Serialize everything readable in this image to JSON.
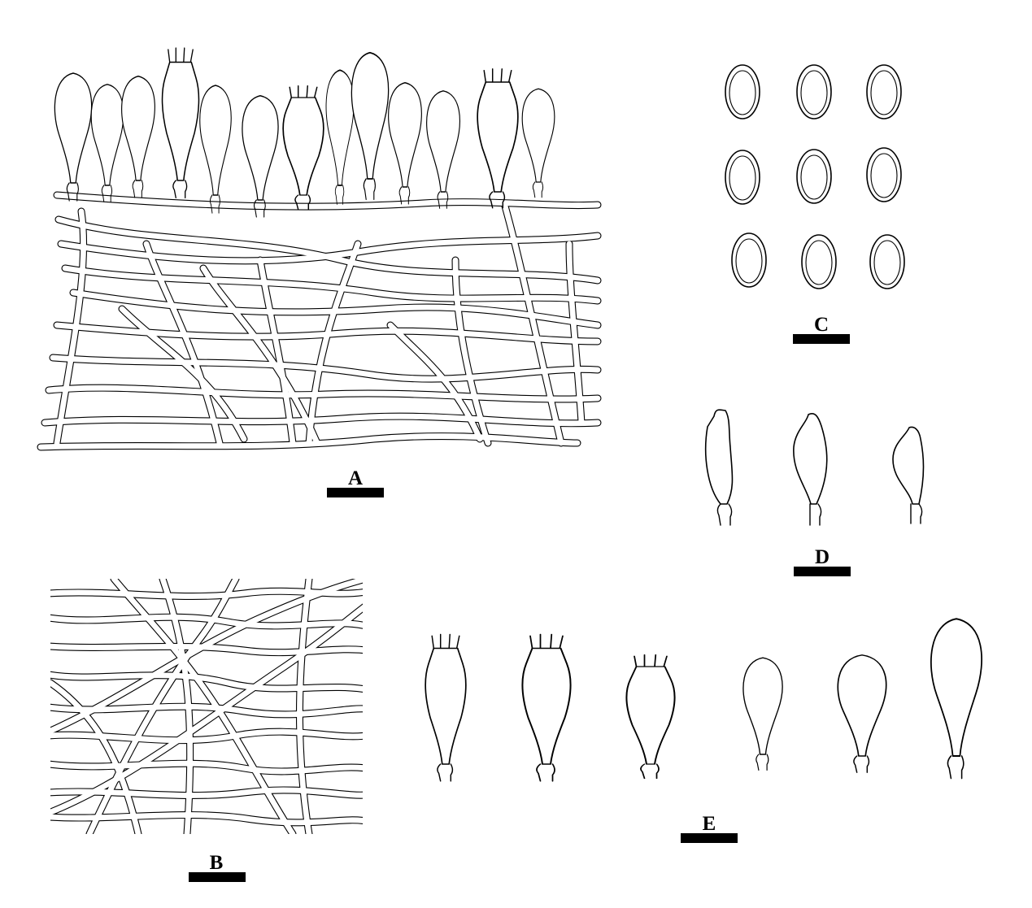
{
  "figure": {
    "panels": [
      {
        "id": "A",
        "label": "A",
        "content": "hymenium-section"
      },
      {
        "id": "B",
        "label": "B",
        "content": "hyphae"
      },
      {
        "id": "C",
        "label": "C",
        "content": "basidiospores"
      },
      {
        "id": "D",
        "label": "D",
        "content": "cystidioles"
      },
      {
        "id": "E",
        "label": "E",
        "content": "basidia-and-basidioles"
      }
    ]
  },
  "colors": {
    "ink": "#000000",
    "paper": "#ffffff"
  }
}
